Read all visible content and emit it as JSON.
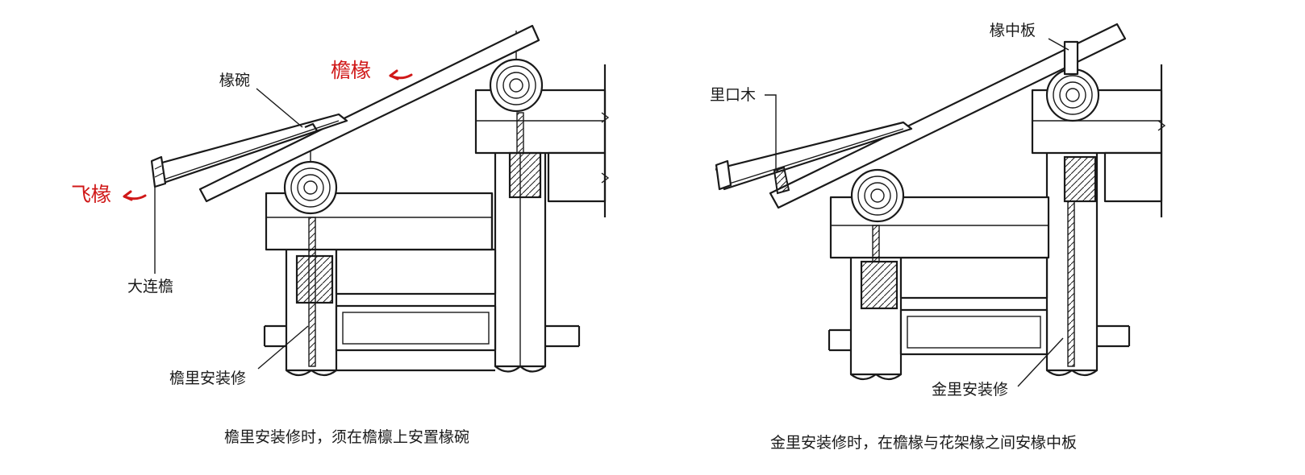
{
  "labels": {
    "left": {
      "rafter_bowl": "椽碗",
      "eave_rafter": "檐椽",
      "flying_rafter": "飞椽",
      "eave_strip": "大连檐",
      "eave_install": "檐里安装修",
      "caption": "檐里安装修时，须在檐檩上安置椽碗"
    },
    "right": {
      "rafter_board": "椽中板",
      "inner_wood": "里口木",
      "gold_install": "金里安装修",
      "caption": "金里安装修时，在檐椽与花架椽之间安椽中板"
    }
  },
  "colors": {
    "line": "#1a1a1a",
    "annotation": "#d01818",
    "background": "#ffffff"
  }
}
